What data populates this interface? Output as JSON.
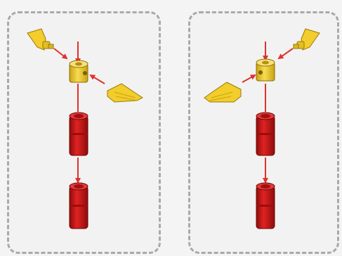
{
  "panels": [
    {
      "id": "step-a",
      "parts": [
        "yellow-connector",
        "yellow-angle-brick",
        "yellow-wing-brick",
        "red-round-brick",
        "red-round-brick"
      ]
    },
    {
      "id": "step-b",
      "parts": [
        "yellow-connector",
        "yellow-angle-brick",
        "yellow-wing-brick",
        "red-round-brick",
        "red-round-brick"
      ]
    }
  ],
  "colors": {
    "yellow": "#f2cd2b",
    "yellow_dark": "#c9a311",
    "red": "#d41a1a",
    "red_dark": "#8f0c0c",
    "arrow": "#e0322c",
    "border": "#a9a9a9",
    "background": "#f4f4f4"
  }
}
